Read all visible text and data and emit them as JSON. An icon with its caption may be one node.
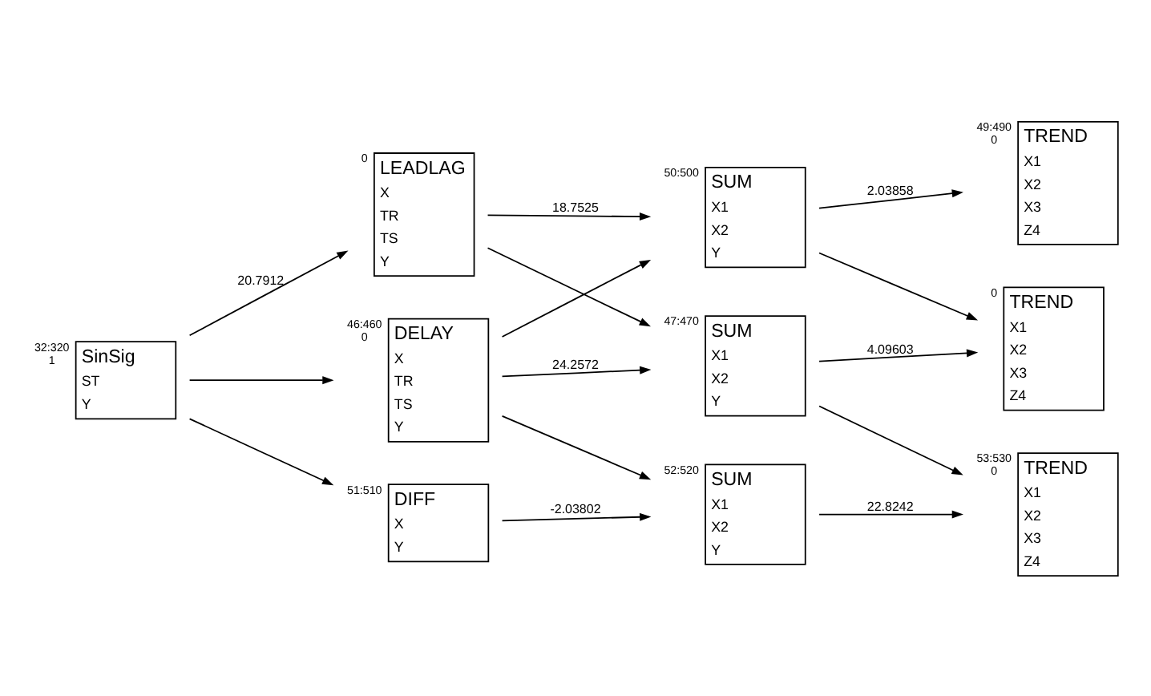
{
  "diagram": {
    "nodes": [
      {
        "text": [
          "SinSig",
          "ST",
          "Y"
        ],
        "beside": [
          "32:320",
          "1"
        ]
      },
      {
        "text": [
          "LEADLAG",
          "X",
          "TR",
          "TS",
          "Y"
        ],
        "beside": [
          "0"
        ]
      },
      {
        "text": [
          "DELAY",
          "X",
          "TR",
          "TS",
          "Y"
        ],
        "beside": [
          "46:460",
          "0"
        ]
      },
      {
        "text": [
          "DIFF",
          "X",
          "Y"
        ],
        "beside": [
          "51:510"
        ]
      },
      {
        "text": [
          "SUM",
          "X1",
          "X2",
          "Y"
        ],
        "beside": [
          "50:500"
        ]
      },
      {
        "text": [
          "SUM",
          "X1",
          "X2",
          "Y"
        ],
        "beside": [
          "47:470"
        ]
      },
      {
        "text": [
          "SUM",
          "X1",
          "X2",
          "Y"
        ],
        "beside": [
          "52:520"
        ]
      },
      {
        "text": [
          "TREND",
          "X1",
          "X2",
          "X3",
          "Z4"
        ],
        "beside": [
          "49:490",
          "0"
        ]
      },
      {
        "text": [
          "TREND",
          "X1",
          "X2",
          "X3",
          "Z4"
        ],
        "beside": [
          "0"
        ]
      },
      {
        "text": [
          "TREND",
          "X1",
          "X2",
          "X3",
          "Z4"
        ],
        "beside": [
          "53:530",
          "0"
        ]
      }
    ],
    "edges": [
      {
        "from": 0,
        "to": 1,
        "arrow": "to",
        "label": "20.7912"
      },
      {
        "from": 0,
        "to": 2,
        "arrow": "to"
      },
      {
        "from": 0,
        "to": 3,
        "arrow": "to"
      },
      {
        "from": 1,
        "to": 4,
        "arrow": "to",
        "label": "18.7525"
      },
      {
        "from": 2,
        "to": 4,
        "arrow": "to"
      },
      {
        "from": 1,
        "to": 5,
        "arrow": "to"
      },
      {
        "from": 2,
        "to": 5,
        "arrow": "to",
        "label": "24.2572"
      },
      {
        "from": 2,
        "to": 6,
        "arrow": "to"
      },
      {
        "from": 3,
        "to": 6,
        "arrow": "to",
        "label": "-2.03802"
      },
      {
        "from": 4,
        "to": 7,
        "arrow": "to",
        "label": "2.03858"
      },
      {
        "from": 4,
        "to": 8,
        "arrow": "to"
      },
      {
        "from": 5,
        "to": 8,
        "arrow": "to",
        "label": "4.09603"
      },
      {
        "from": 5,
        "to": 9,
        "arrow": "to"
      },
      {
        "from": 6,
        "to": 9,
        "arrow": "to",
        "label": "22.8242"
      }
    ]
  }
}
